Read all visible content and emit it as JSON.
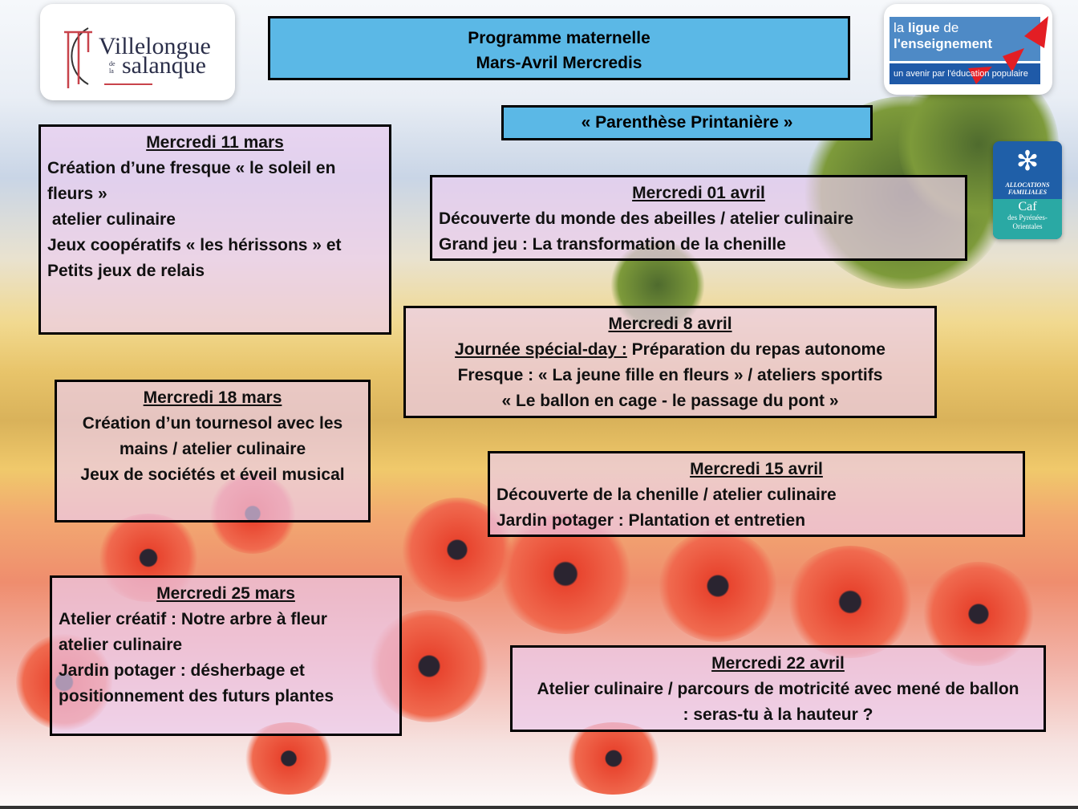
{
  "header": {
    "line1": "Programme maternelle",
    "line2": "Mars-Avril Mercredis"
  },
  "subtitle": "« Parenthèse Printanière »",
  "logos": {
    "villelongue": {
      "name": "Villelongue",
      "de_la": "de la",
      "salanque": "salanque"
    },
    "ligue": {
      "la": "la",
      "ligue": "ligue",
      "de": "de",
      "enseignement": "l'enseignement",
      "tagline": "un avenir par l'éducation populaire"
    },
    "caf": {
      "alloc": "ALLOCATIONS FAMILIALES",
      "caf": "Caf",
      "region": "des Pyrénées-Orientales"
    }
  },
  "days": [
    {
      "title": "Mercredi 11 mars",
      "lines": [
        "Création d’une fresque « le soleil en fleurs »",
        " atelier culinaire",
        "Jeux coopératifs «  les hérissons » et Petits jeux de relais"
      ]
    },
    {
      "title": "Mercredi 18 mars",
      "lines": [
        "Création d’un tournesol avec les mains / atelier culinaire",
        "Jeux de sociétés et éveil musical"
      ]
    },
    {
      "title": "Mercredi 25 mars",
      "lines": [
        "Atelier créatif : Notre arbre à fleur",
        "atelier culinaire",
        "Jardin potager : désherbage et positionnement des futurs plantes"
      ]
    },
    {
      "title": "Mercredi 01 avril",
      "lines": [
        "Découverte du monde des abeilles / atelier culinaire",
        "Grand jeu : La transformation de la chenille"
      ]
    },
    {
      "title": "Mercredi 8 avril",
      "lead": "Journée spécial-day :",
      "lines": [
        " Préparation du repas autonome",
        "Fresque : « La jeune fille en fleurs »  / ateliers sportifs",
        "« Le ballon en cage - le passage du pont »"
      ]
    },
    {
      "title": "Mercredi 15 avril",
      "lines": [
        "Découverte de la chenille / atelier culinaire",
        "Jardin potager : Plantation et entretien"
      ]
    },
    {
      "title": "Mercredi 22 avril",
      "lines": [
        "Atelier culinaire / parcours de motricité avec mené de ballon : seras-tu à la hauteur ?"
      ]
    }
  ]
}
